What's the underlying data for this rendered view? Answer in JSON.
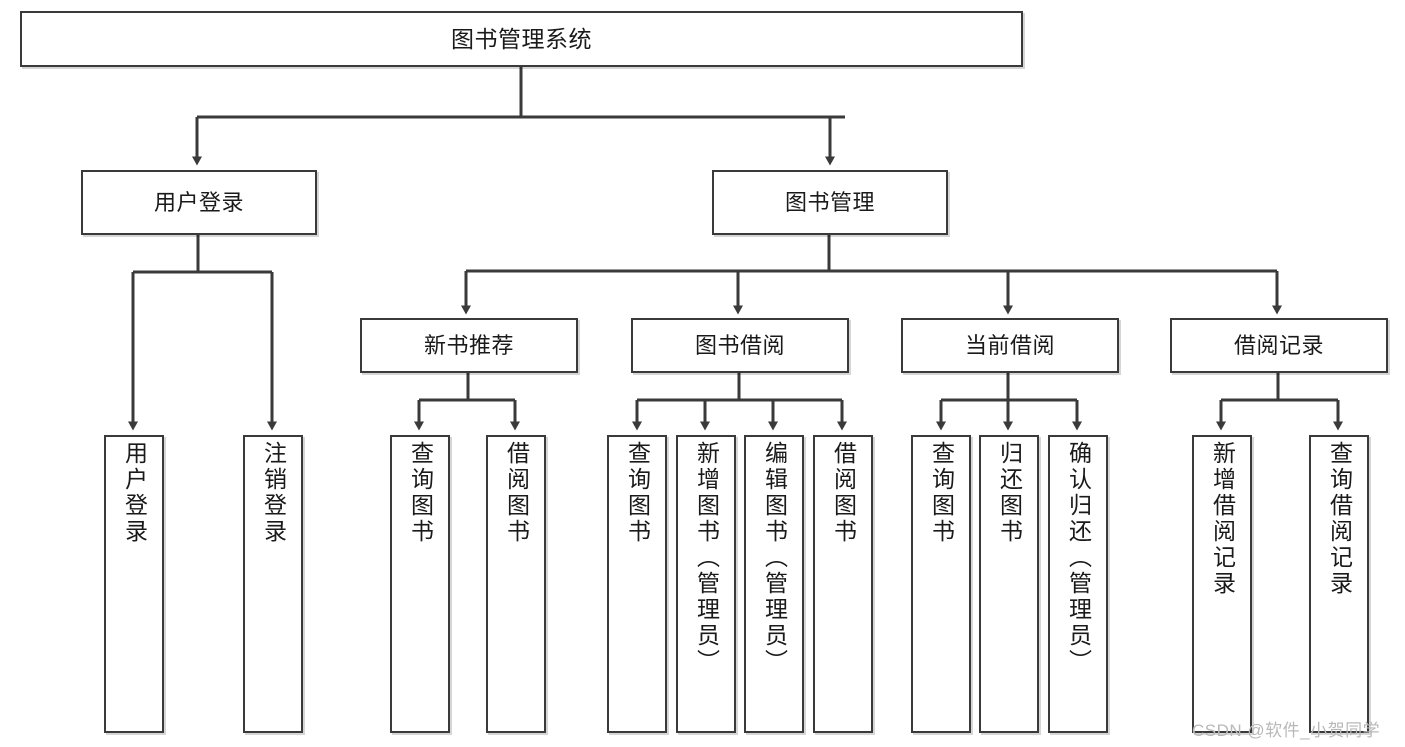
{
  "diagram": {
    "type": "tree-hierarchy-chart",
    "title": "图书管理系统",
    "line_color": "#3a3a3a",
    "box_fill": "#ffffff",
    "text_color": "#1a1a1a",
    "root": {
      "label": "图书管理系统"
    },
    "level2": [
      {
        "label": "用户登录"
      },
      {
        "label": "图书管理"
      }
    ],
    "level3": [
      {
        "label": "新书推荐"
      },
      {
        "label": "图书借阅"
      },
      {
        "label": "当前借阅"
      },
      {
        "label": "借阅记录"
      }
    ],
    "leaves": {
      "user_login": [
        {
          "label": "用户登录"
        },
        {
          "label": "注销登录"
        }
      ],
      "new_book_recommend": [
        {
          "label": "查询图书"
        },
        {
          "label": "借阅图书"
        }
      ],
      "book_borrow": [
        {
          "label": "查询图书"
        },
        {
          "label": "新增图书（管理员）"
        },
        {
          "label": "编辑图书（管理员）"
        },
        {
          "label": "借阅图书"
        }
      ],
      "current_borrow": [
        {
          "label": "查询图书"
        },
        {
          "label": "归还图书"
        },
        {
          "label": "确认归还（管理员）"
        }
      ],
      "borrow_record": [
        {
          "label": "新增借阅记录"
        },
        {
          "label": "查询借阅记录"
        }
      ]
    }
  },
  "watermark": {
    "text": "CSDN @软件_小贺同学"
  }
}
